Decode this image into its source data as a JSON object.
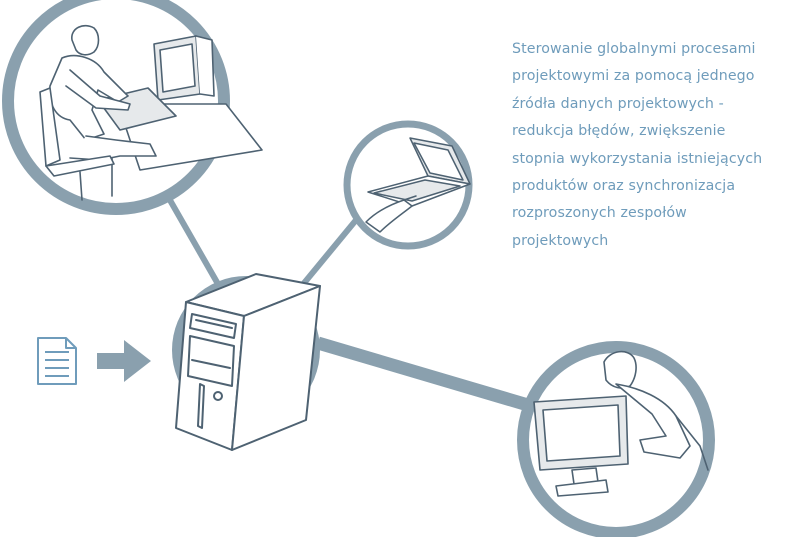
{
  "description": {
    "lines": [
      "Sterowanie globalnymi procesami",
      "projektowymi za pomocą jednego",
      "źródła danych projektowych -",
      "redukcja błędów, zwiększenie",
      "stopnia wykorzystania istniejących",
      "produktów oraz synchronizacja",
      "rozproszonych zespołów",
      "projektowych"
    ]
  },
  "colors": {
    "node_ring": "#8aa0ae",
    "connector": "#8aa0ae",
    "line_art": "#4e6272",
    "text": "#6f9cbb",
    "document_icon": "#6f9cbb",
    "arrow": "#8aa0ae"
  },
  "nodes": [
    {
      "id": "workstation-desk-user",
      "icon": "person-at-desk-icon"
    },
    {
      "id": "laptop-user",
      "icon": "laptop-icon"
    },
    {
      "id": "central-server",
      "icon": "server-tower-icon"
    },
    {
      "id": "monitor-user",
      "icon": "person-at-monitor-icon"
    }
  ],
  "connections": [
    {
      "from": "central-server",
      "to": "workstation-desk-user"
    },
    {
      "from": "central-server",
      "to": "laptop-user"
    },
    {
      "from": "central-server",
      "to": "monitor-user"
    }
  ],
  "input": {
    "icon": "document-icon",
    "flow_icon": "arrow-right-icon"
  }
}
